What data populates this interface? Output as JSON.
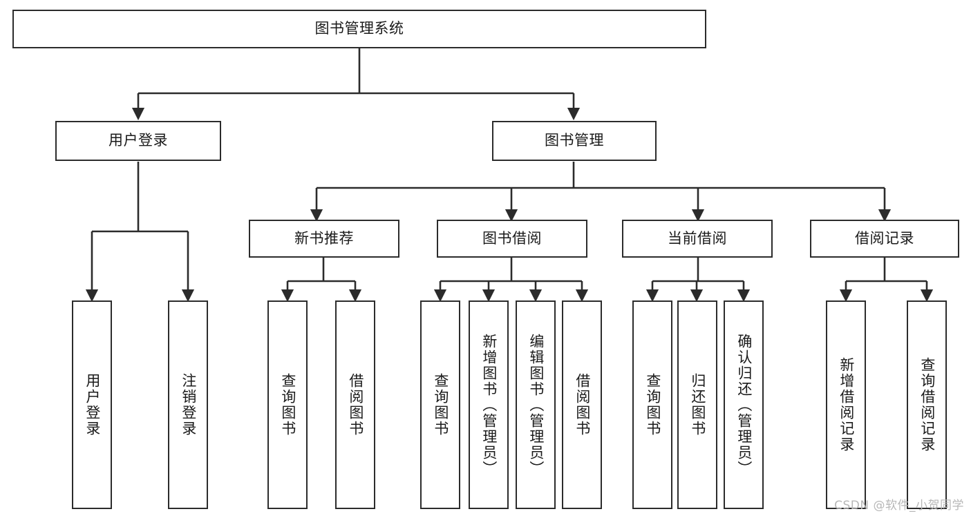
{
  "diagram": {
    "type": "tree",
    "title": "图书管理系统",
    "watermark": "CSDN @软件_小贺同学",
    "stroke_color": "#2b2b2b",
    "fill_color": "#ffffff",
    "text_color": "#1a1a1a",
    "watermark_color": "#b7b7b7"
  },
  "nodes": {
    "root": {
      "label": "图书管理系统",
      "level": 1
    },
    "user_login": {
      "label": "用户登录",
      "level": 2
    },
    "book_manage": {
      "label": "图书管理",
      "level": 2
    },
    "new_book_rec": {
      "label": "新书推荐",
      "level": 3
    },
    "book_borrow": {
      "label": "图书借阅",
      "level": 3
    },
    "current_borrow": {
      "label": "当前借阅",
      "level": 3
    },
    "borrow_record": {
      "label": "借阅记录",
      "level": 3
    },
    "leaf_user_login": {
      "label": "用户登录",
      "level": 4
    },
    "leaf_user_logout": {
      "label": "注销登录",
      "level": 4
    },
    "leaf_rec_query": {
      "label": "查询图书",
      "level": 4
    },
    "leaf_rec_borrow": {
      "label": "借阅图书",
      "level": 4
    },
    "leaf_borrow_query": {
      "label": "查询图书",
      "level": 4
    },
    "leaf_borrow_add": {
      "label": "新增图书（管理员）",
      "level": 4
    },
    "leaf_borrow_edit": {
      "label": "编辑图书（管理员）",
      "level": 4
    },
    "leaf_borrow_do": {
      "label": "借阅图书",
      "level": 4
    },
    "leaf_cur_query": {
      "label": "查询图书",
      "level": 4
    },
    "leaf_cur_return": {
      "label": "归还图书",
      "level": 4
    },
    "leaf_cur_confirm": {
      "label": "确认归还（管理员）",
      "level": 4
    },
    "leaf_rec_add": {
      "label": "新增借阅记录",
      "level": 4
    },
    "leaf_rec_query2": {
      "label": "查询借阅记录",
      "level": 4
    }
  },
  "edges": [
    {
      "from": "root",
      "to": "user_login"
    },
    {
      "from": "root",
      "to": "book_manage"
    },
    {
      "from": "user_login",
      "to": "leaf_user_login"
    },
    {
      "from": "user_login",
      "to": "leaf_user_logout"
    },
    {
      "from": "book_manage",
      "to": "new_book_rec"
    },
    {
      "from": "book_manage",
      "to": "book_borrow"
    },
    {
      "from": "book_manage",
      "to": "current_borrow"
    },
    {
      "from": "book_manage",
      "to": "borrow_record"
    },
    {
      "from": "new_book_rec",
      "to": "leaf_rec_query"
    },
    {
      "from": "new_book_rec",
      "to": "leaf_rec_borrow"
    },
    {
      "from": "book_borrow",
      "to": "leaf_borrow_query"
    },
    {
      "from": "book_borrow",
      "to": "leaf_borrow_add"
    },
    {
      "from": "book_borrow",
      "to": "leaf_borrow_edit"
    },
    {
      "from": "book_borrow",
      "to": "leaf_borrow_do"
    },
    {
      "from": "current_borrow",
      "to": "leaf_cur_query"
    },
    {
      "from": "current_borrow",
      "to": "leaf_cur_return"
    },
    {
      "from": "current_borrow",
      "to": "leaf_cur_confirm"
    },
    {
      "from": "borrow_record",
      "to": "leaf_rec_add"
    },
    {
      "from": "borrow_record",
      "to": "leaf_rec_query2"
    }
  ]
}
